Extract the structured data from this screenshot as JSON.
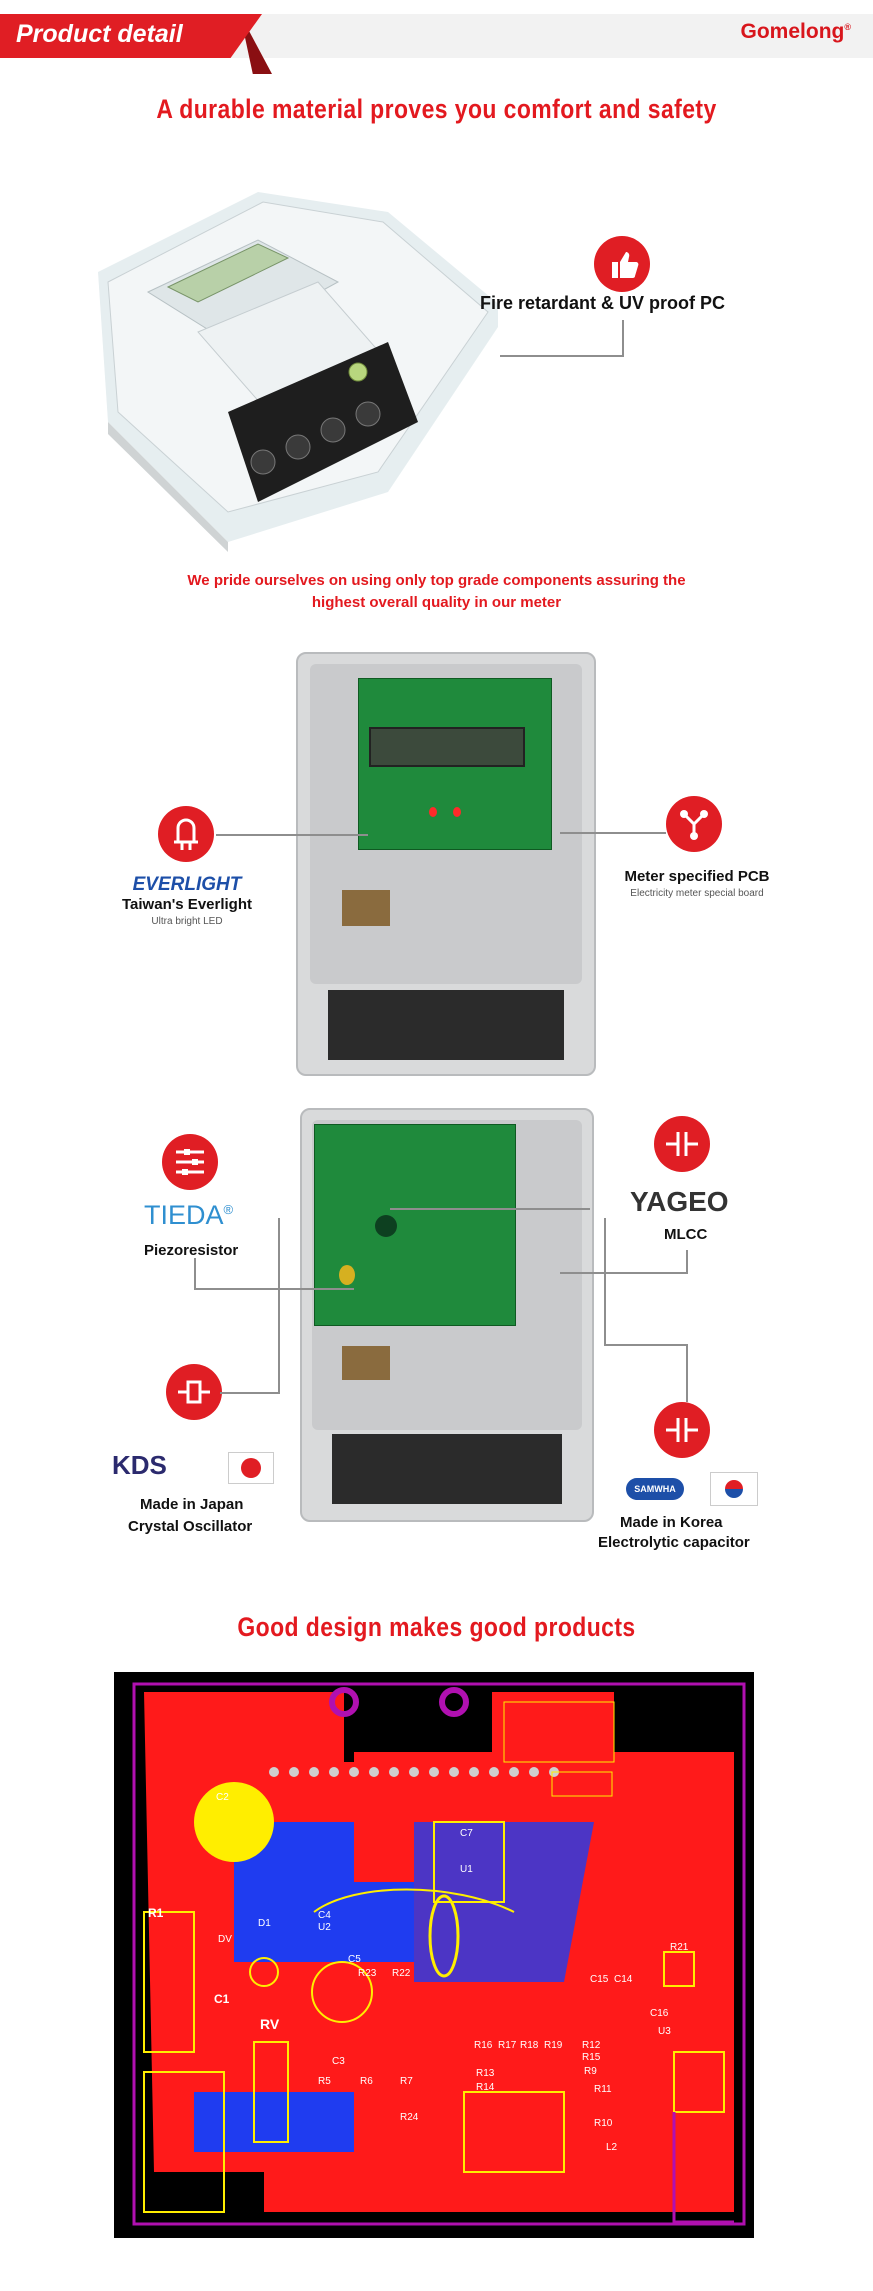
{
  "header": {
    "title": "Product detail",
    "brand": "Gomelong",
    "brand_mark": "®"
  },
  "section1": {
    "heading": "A durable material proves you comfort and safety",
    "callout": "Fire retardant & UV proof PC"
  },
  "section2": {
    "text_line1": "We pride ourselves on using only top grade components assuring the",
    "text_line2": "highest overall quality in our meter"
  },
  "components1": {
    "left": {
      "logo": "EVERLIGHT",
      "name": "Taiwan's Everlight",
      "desc": "Ultra bright LED",
      "icon": "led-icon"
    },
    "right": {
      "name": "Meter specified PCB",
      "desc": "Electricity meter special board",
      "icon": "circuit-icon"
    }
  },
  "components2": {
    "tieda": {
      "logo": "TIEDA",
      "mark": "®",
      "name": "Piezoresistor",
      "icon": "resistor-icon"
    },
    "yageo": {
      "logo": "YAGEO",
      "name": "MLCC",
      "icon": "capacitor-icon"
    },
    "kds": {
      "logo": "KDS",
      "name1": "Made in Japan",
      "name2": "Crystal Oscillator",
      "icon": "crystal-icon"
    },
    "samwha": {
      "logo": "SAMWHA",
      "name1": "Made in Korea",
      "name2": "Electrolytic capacitor",
      "icon": "capacitor-icon"
    }
  },
  "section3": {
    "heading": "Good design makes good products"
  },
  "pcb_labels": {
    "r1": "R1",
    "c1": "C1",
    "c2": "C2",
    "d1": "D1",
    "dv": "DV",
    "rv": "RV",
    "c3": "C3",
    "c4": "C4",
    "c5": "C5",
    "c7": "C7",
    "u1": "U1",
    "u2": "U2",
    "r5": "R5",
    "r6": "R6",
    "r7": "R7",
    "r22": "R22",
    "r23": "R23",
    "r24": "R24",
    "r21": "R21",
    "u3": "U3",
    "c16": "C16",
    "r11": "R11",
    "r10": "R10",
    "r9": "R9",
    "r14": "R14",
    "r13": "R13",
    "r15": "R15",
    "r12": "R12",
    "r16": "R16",
    "r17": "R17",
    "r18": "R18",
    "r19": "R19",
    "c14": "C14",
    "c15": "C15",
    "l2": "L2"
  },
  "colors": {
    "accent": "#e01e24",
    "pcb_red": "#ff1a1a",
    "pcb_blue": "#1f3cf0",
    "pcb_yellow": "#ffee00"
  }
}
